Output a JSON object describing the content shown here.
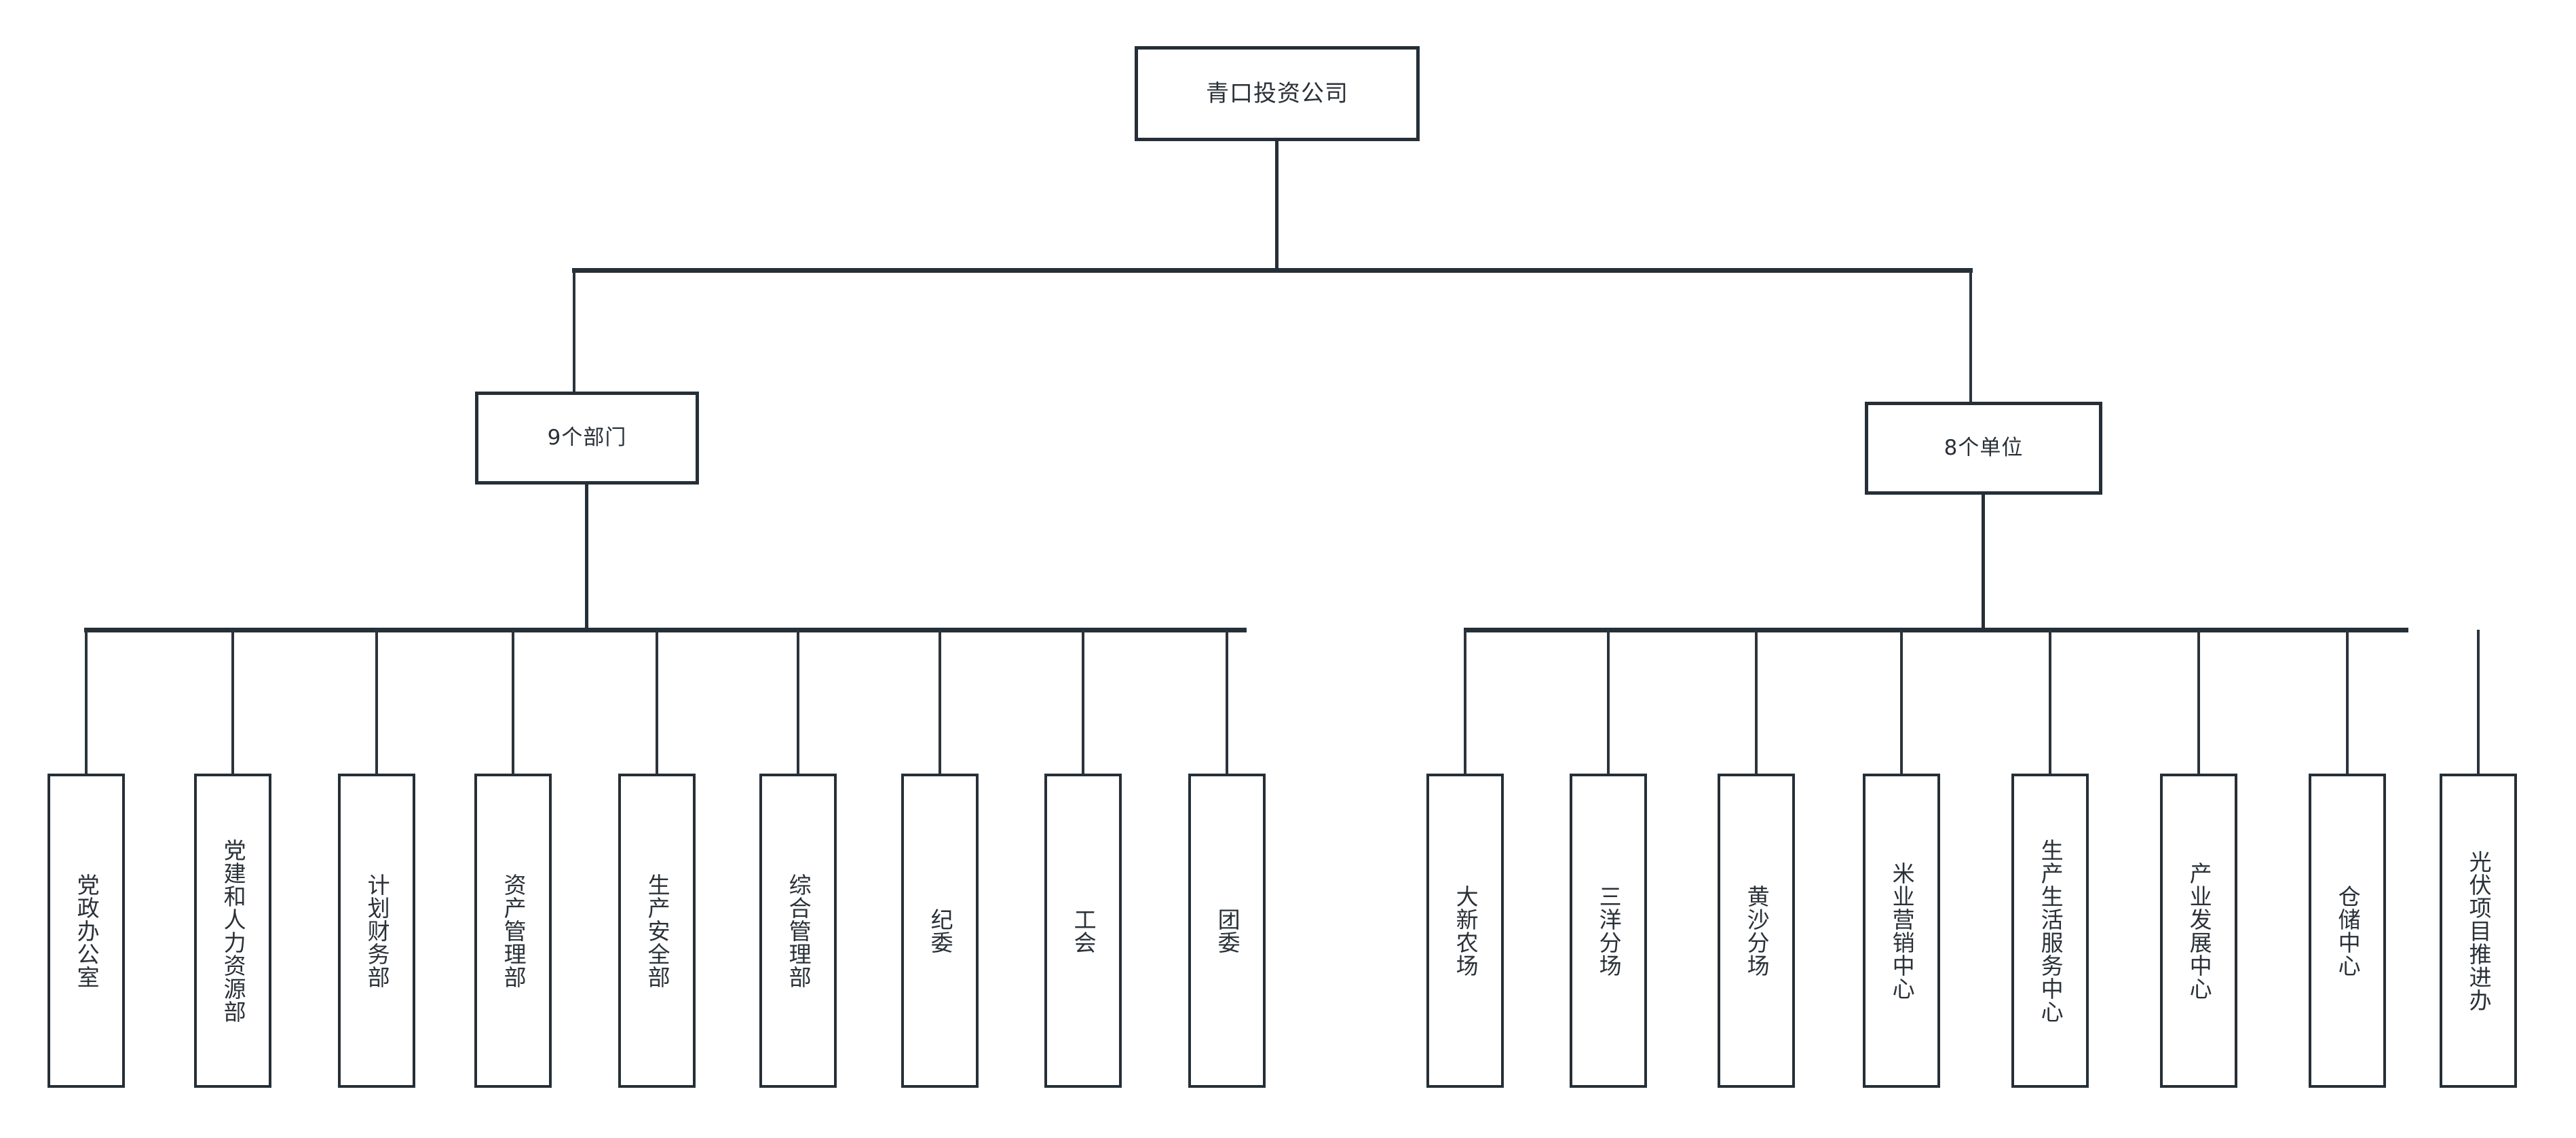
{
  "diagram": {
    "type": "organization-chart",
    "orientation": "top-down",
    "line_color": "#262f37",
    "box_fill": "#ffffff",
    "text_color": "#2a3138",
    "root": {
      "label": "青口投资公司"
    },
    "branches": [
      {
        "id": "departments",
        "label": "9个部门",
        "child_count": 9
      },
      {
        "id": "units",
        "label": "8个单位",
        "child_count": 8
      }
    ],
    "departments": [
      {
        "label": "党政办公室"
      },
      {
        "label": "党建和人力资源部"
      },
      {
        "label": "计划财务部"
      },
      {
        "label": "资产管理部"
      },
      {
        "label": "生产安全部"
      },
      {
        "label": "综合管理部"
      },
      {
        "label": "纪委"
      },
      {
        "label": "工会"
      },
      {
        "label": "团委"
      }
    ],
    "units": [
      {
        "label": "大新农场"
      },
      {
        "label": "三洋分场"
      },
      {
        "label": "黄沙分场"
      },
      {
        "label": "米业营销中心"
      },
      {
        "label": "生产生活服务中心"
      },
      {
        "label": "产业发展中心"
      },
      {
        "label": "仓储中心"
      },
      {
        "label": "光伏项目推进办"
      }
    ]
  }
}
